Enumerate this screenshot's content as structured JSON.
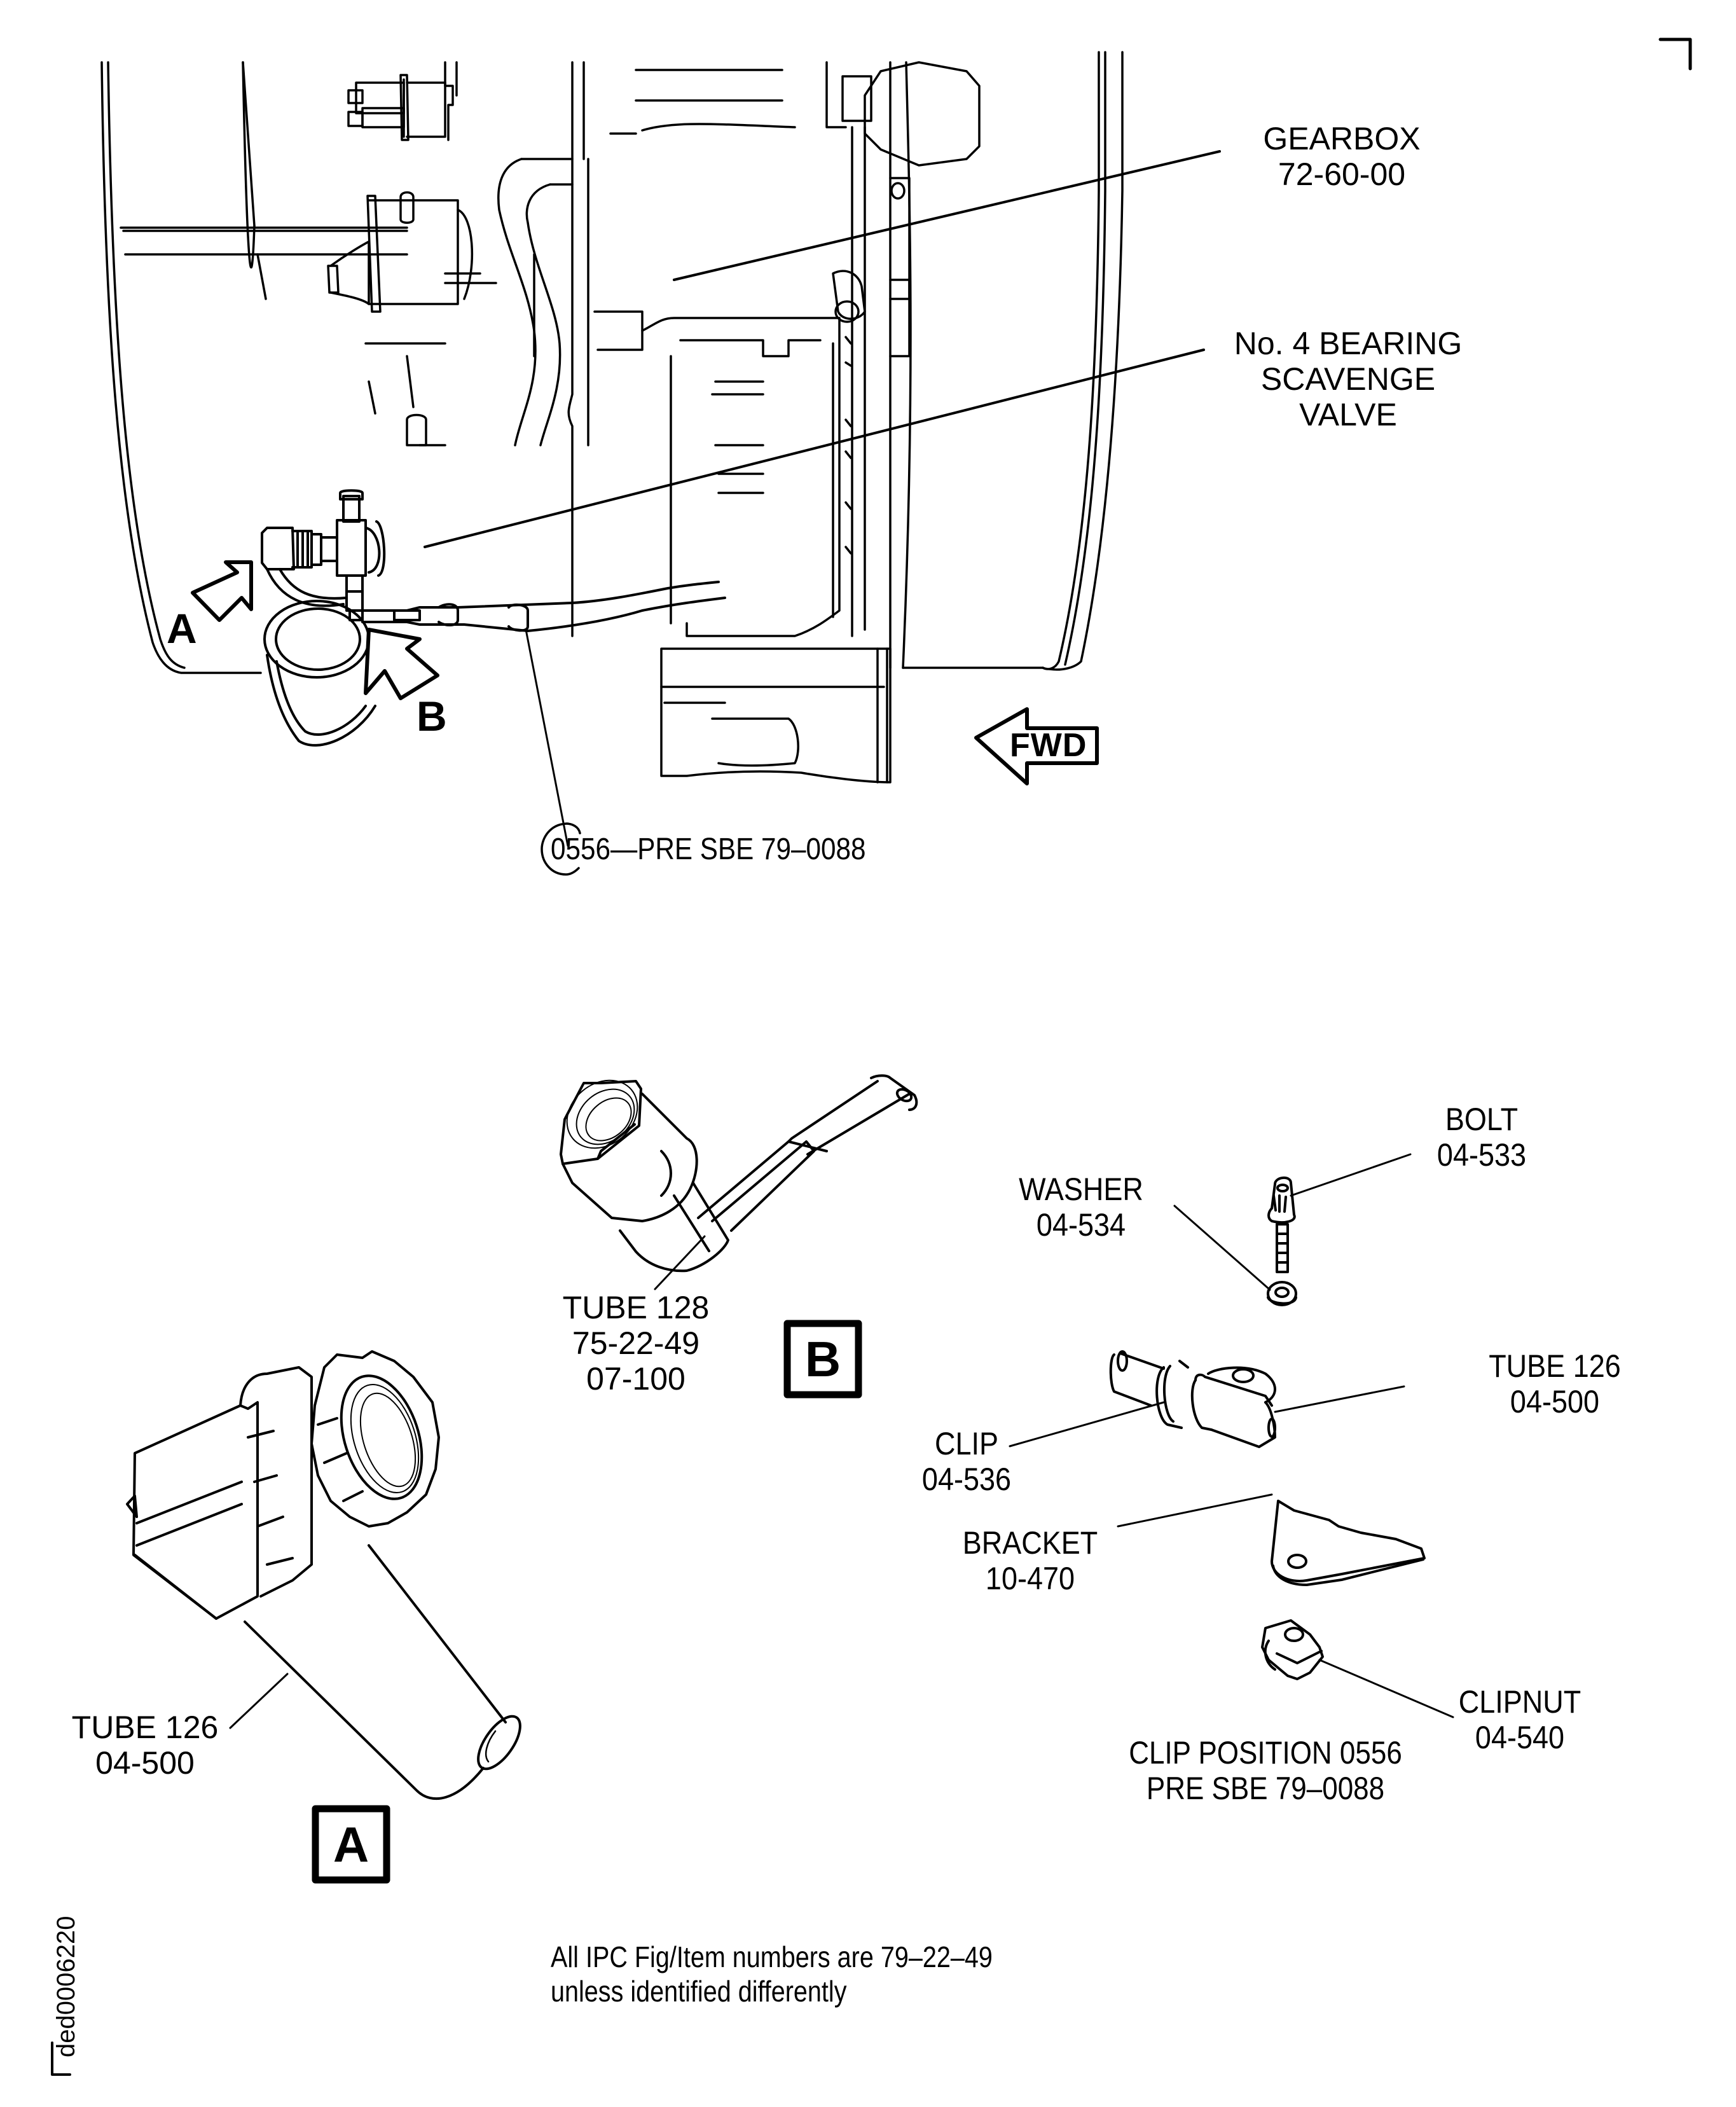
{
  "figure": {
    "corner_mark": "crop-corner",
    "document_id": "ded0006220",
    "footnote": {
      "line1": "All IPC Fig/Item numbers are 79–22–49",
      "line2": "unless identified differently"
    }
  },
  "main_view": {
    "callouts": {
      "gearbox": {
        "name": "GEARBOX",
        "ref": "72-60-00"
      },
      "scavenge_valve": {
        "line1": "No. 4 BEARING",
        "line2": "SCAVENGE",
        "line3": "VALVE"
      }
    },
    "view_arrows": {
      "a": "A",
      "b": "B"
    },
    "direction_arrow": {
      "label": "FWD",
      "icon": "arrow-left-icon"
    },
    "clip_position": {
      "number": "0556",
      "text": "—PRE SBE 79–0088"
    }
  },
  "detail_a": {
    "view_label": "A",
    "callouts": [
      {
        "name": "TUBE 126",
        "ref": "04-500"
      }
    ]
  },
  "detail_b": {
    "view_label": "B",
    "callouts": [
      {
        "name": "TUBE 128",
        "ref1": "75-22-49",
        "ref2": "07-100"
      }
    ]
  },
  "detail_clip": {
    "callouts": {
      "bolt": {
        "name": "BOLT",
        "ref": "04-533"
      },
      "washer": {
        "name": "WASHER",
        "ref": "04-534"
      },
      "tube": {
        "name": "TUBE 126",
        "ref": "04-500"
      },
      "clip": {
        "name": "CLIP",
        "ref": "04-536"
      },
      "bracket": {
        "name": "BRACKET",
        "ref": "10-470"
      },
      "clipnut": {
        "name": "CLIPNUT",
        "ref": "04-540"
      }
    },
    "caption": {
      "line1": "CLIP POSITION 0556",
      "line2": "PRE SBE 79–0088"
    }
  }
}
